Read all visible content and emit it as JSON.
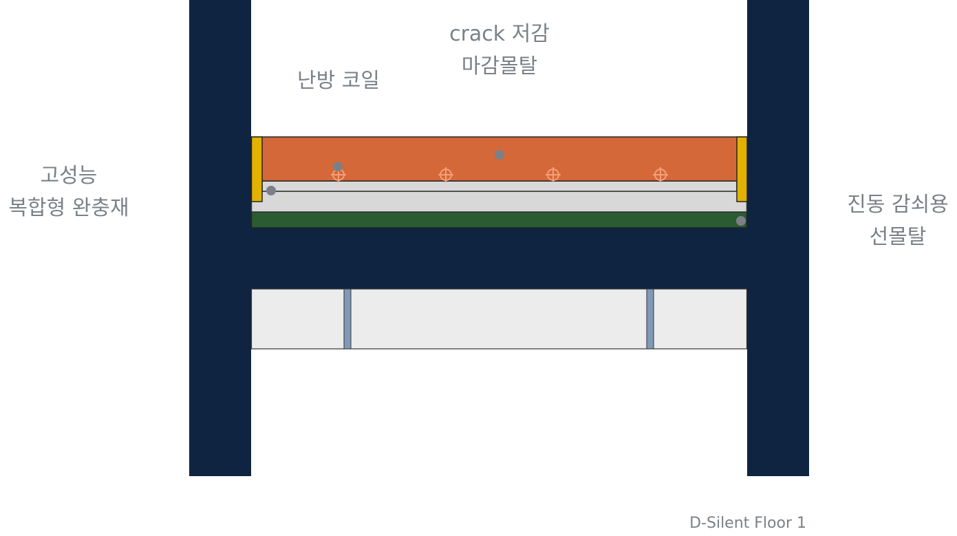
{
  "labels": {
    "crack_line1": "crack 저감",
    "crack_line2": "마감몰탈",
    "coil": "난방 코일",
    "buffer_line1": "고성능",
    "buffer_line2": "복합형 완충재",
    "vibration_line1": "진동 감쇠용",
    "vibration_line2": "선몰탈"
  },
  "footer": "D-Silent Floor 1",
  "colors": {
    "structure": "#0f2440",
    "mortar": "#d56838",
    "edge": "#e3b200",
    "buffer": "#d8d8d8",
    "base": "#2a5b31",
    "ceiling": "#ececec",
    "stud": "#7f9ab8",
    "leader": "#7b8088",
    "coil": "#f5a07a"
  }
}
